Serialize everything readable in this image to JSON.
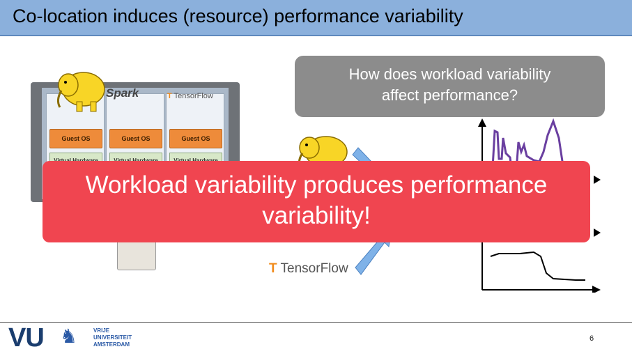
{
  "slide": {
    "title": "Co-location induces (resource) performance variability",
    "question_line1": "How does workload variability",
    "question_line2": "affect performance?",
    "banner_line1": "Workload variability produces performance",
    "banner_line2": "variability!",
    "page_number": "6"
  },
  "logos": {
    "spark": "Spark",
    "tensorflow": "TensorFlow",
    "vu_letters": "VU",
    "vu_line1": "VRIJE",
    "vu_line2": "UNIVERSITEIT",
    "vu_line3": "AMSTERDAM",
    "hadoop_icon": "elephant-icon"
  },
  "stack": {
    "guest_os": [
      "Guest OS",
      "Guest OS",
      "Guest OS"
    ],
    "virtual_hw": [
      "Virtual Hardware",
      "Virtual Hardware",
      "Virtual Hardware"
    ]
  },
  "colors": {
    "title_bar": "#8bb0dc",
    "question_box": "#8c8c8c",
    "banner": "#f04550",
    "trace_purple": "#6a3fa0",
    "arrow_blue": "#7fb2e8",
    "guest_os_orange": "#ee8b3a",
    "vu_blue": "#2b5aa6"
  }
}
